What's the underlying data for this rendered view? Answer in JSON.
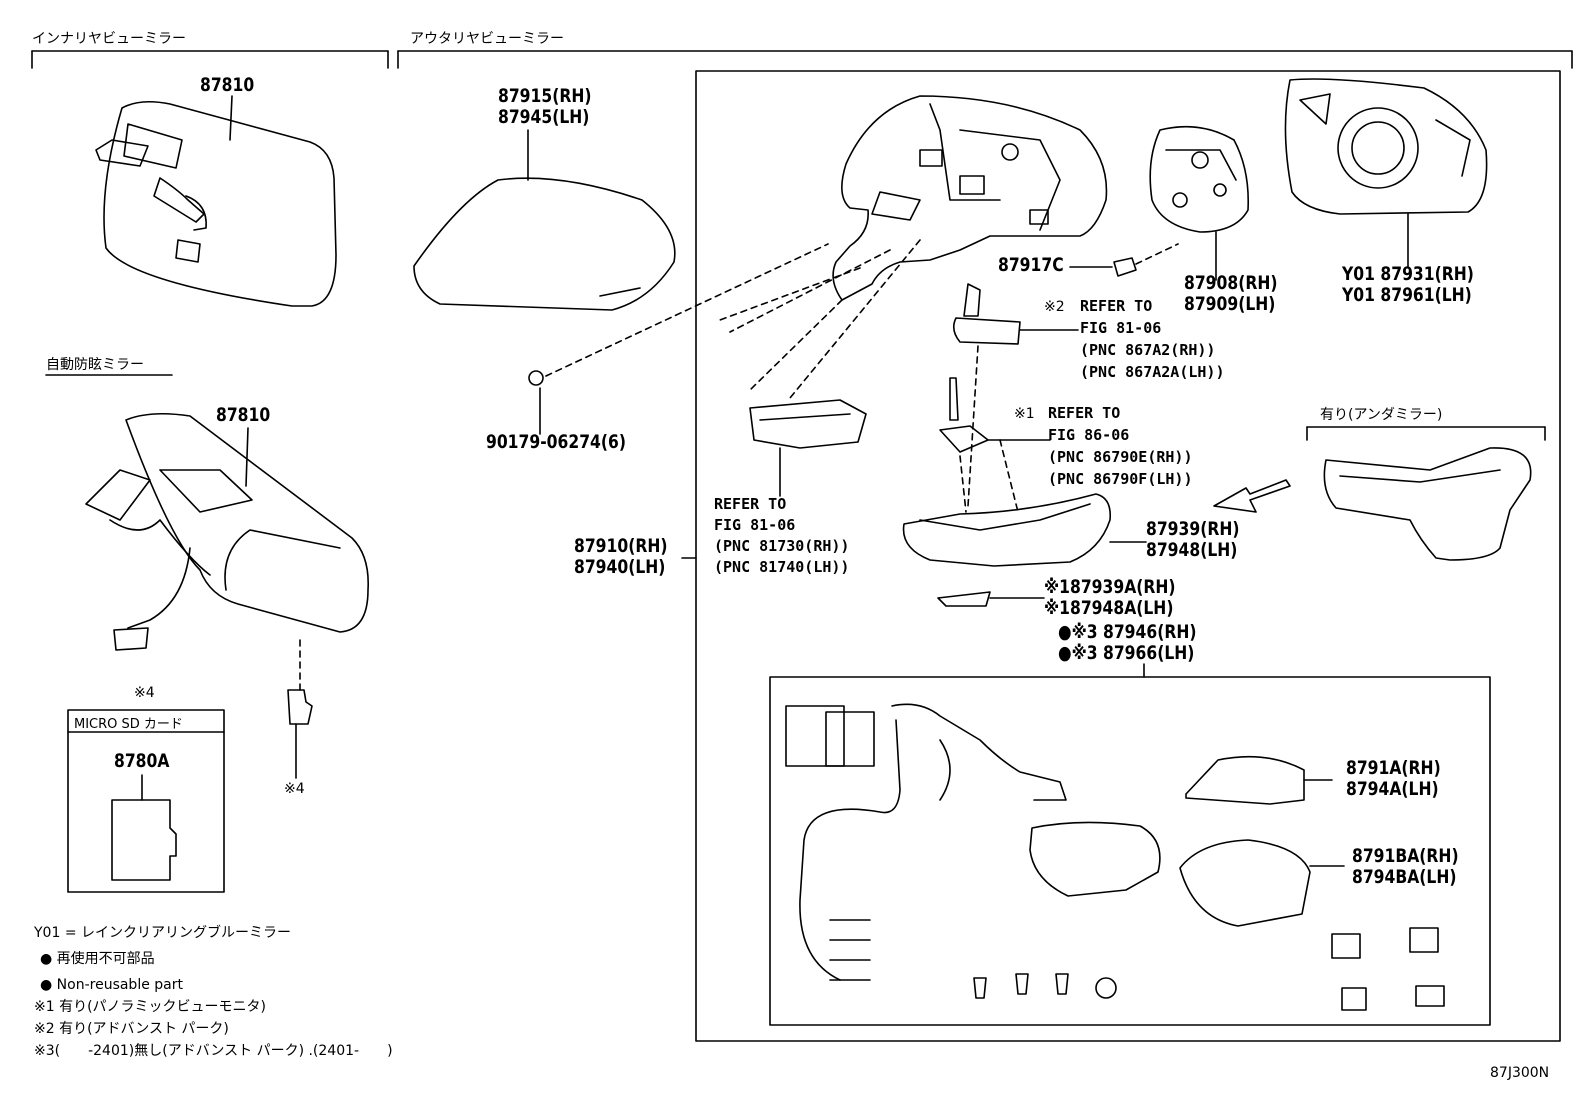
{
  "sections": {
    "inner_mirror": "インナリヤビューミラー",
    "outer_mirror": "アウタリヤビューミラー",
    "auto_dimming": "自動防眩ミラー",
    "with_under_mirror": "有り(アンダミラー)"
  },
  "parts": {
    "p87810_a": "87810",
    "p87810_b": "87810",
    "p87915": "87915(RH)",
    "p87945": "87945(LH)",
    "p90179": "90179-06274(6)",
    "p87917c": "87917C",
    "p87908": "87908(RH)",
    "p87909": "87909(LH)",
    "p87931": "Y01 87931(RH)",
    "p87961": "Y01 87961(LH)",
    "p87910": "87910(RH)",
    "p87940": "87940(LH)",
    "p87939": "87939(RH)",
    "p87948": "87948(LH)",
    "p87939a": "※187939A(RH)",
    "p87948a": "※187948A(LH)",
    "p87946": "●※3 87946(RH)",
    "p87966": "●※3 87966(LH)",
    "p8791a": "8791A(RH)",
    "p8794a": "8794A(LH)",
    "p8791ba": "8791BA(RH)",
    "p8794ba": "8794BA(LH)",
    "p8780a": "8780A"
  },
  "refs": {
    "ref1": [
      "REFER TO",
      "FIG 81-06",
      "(PNC 81730(RH))",
      "(PNC 81740(LH))"
    ],
    "ref2_mark": "※2",
    "ref2": [
      "REFER TO",
      "FIG 81-06",
      "(PNC 867A2(RH))",
      "(PNC 867A2A(LH))"
    ],
    "ref3_mark": "※1",
    "ref3": [
      "REFER TO",
      "FIG 86-06",
      "(PNC 86790E(RH))",
      "(PNC 86790F(LH))"
    ]
  },
  "card": {
    "mark_top": "※4",
    "title": "MICRO SD カード",
    "mark_side": "※4"
  },
  "legend": [
    "Y01 = レインクリアリングブルーミラー",
    "● 再使用不可部品",
    "● Non-reusable part",
    "※1 有り(パノラミックビューモニタ)",
    "※2 有り(アドバンスト パーク)",
    "※3(　　-2401)無し(アドバンスト パーク) .(2401-　　)"
  ],
  "figure_code": "87J300N"
}
